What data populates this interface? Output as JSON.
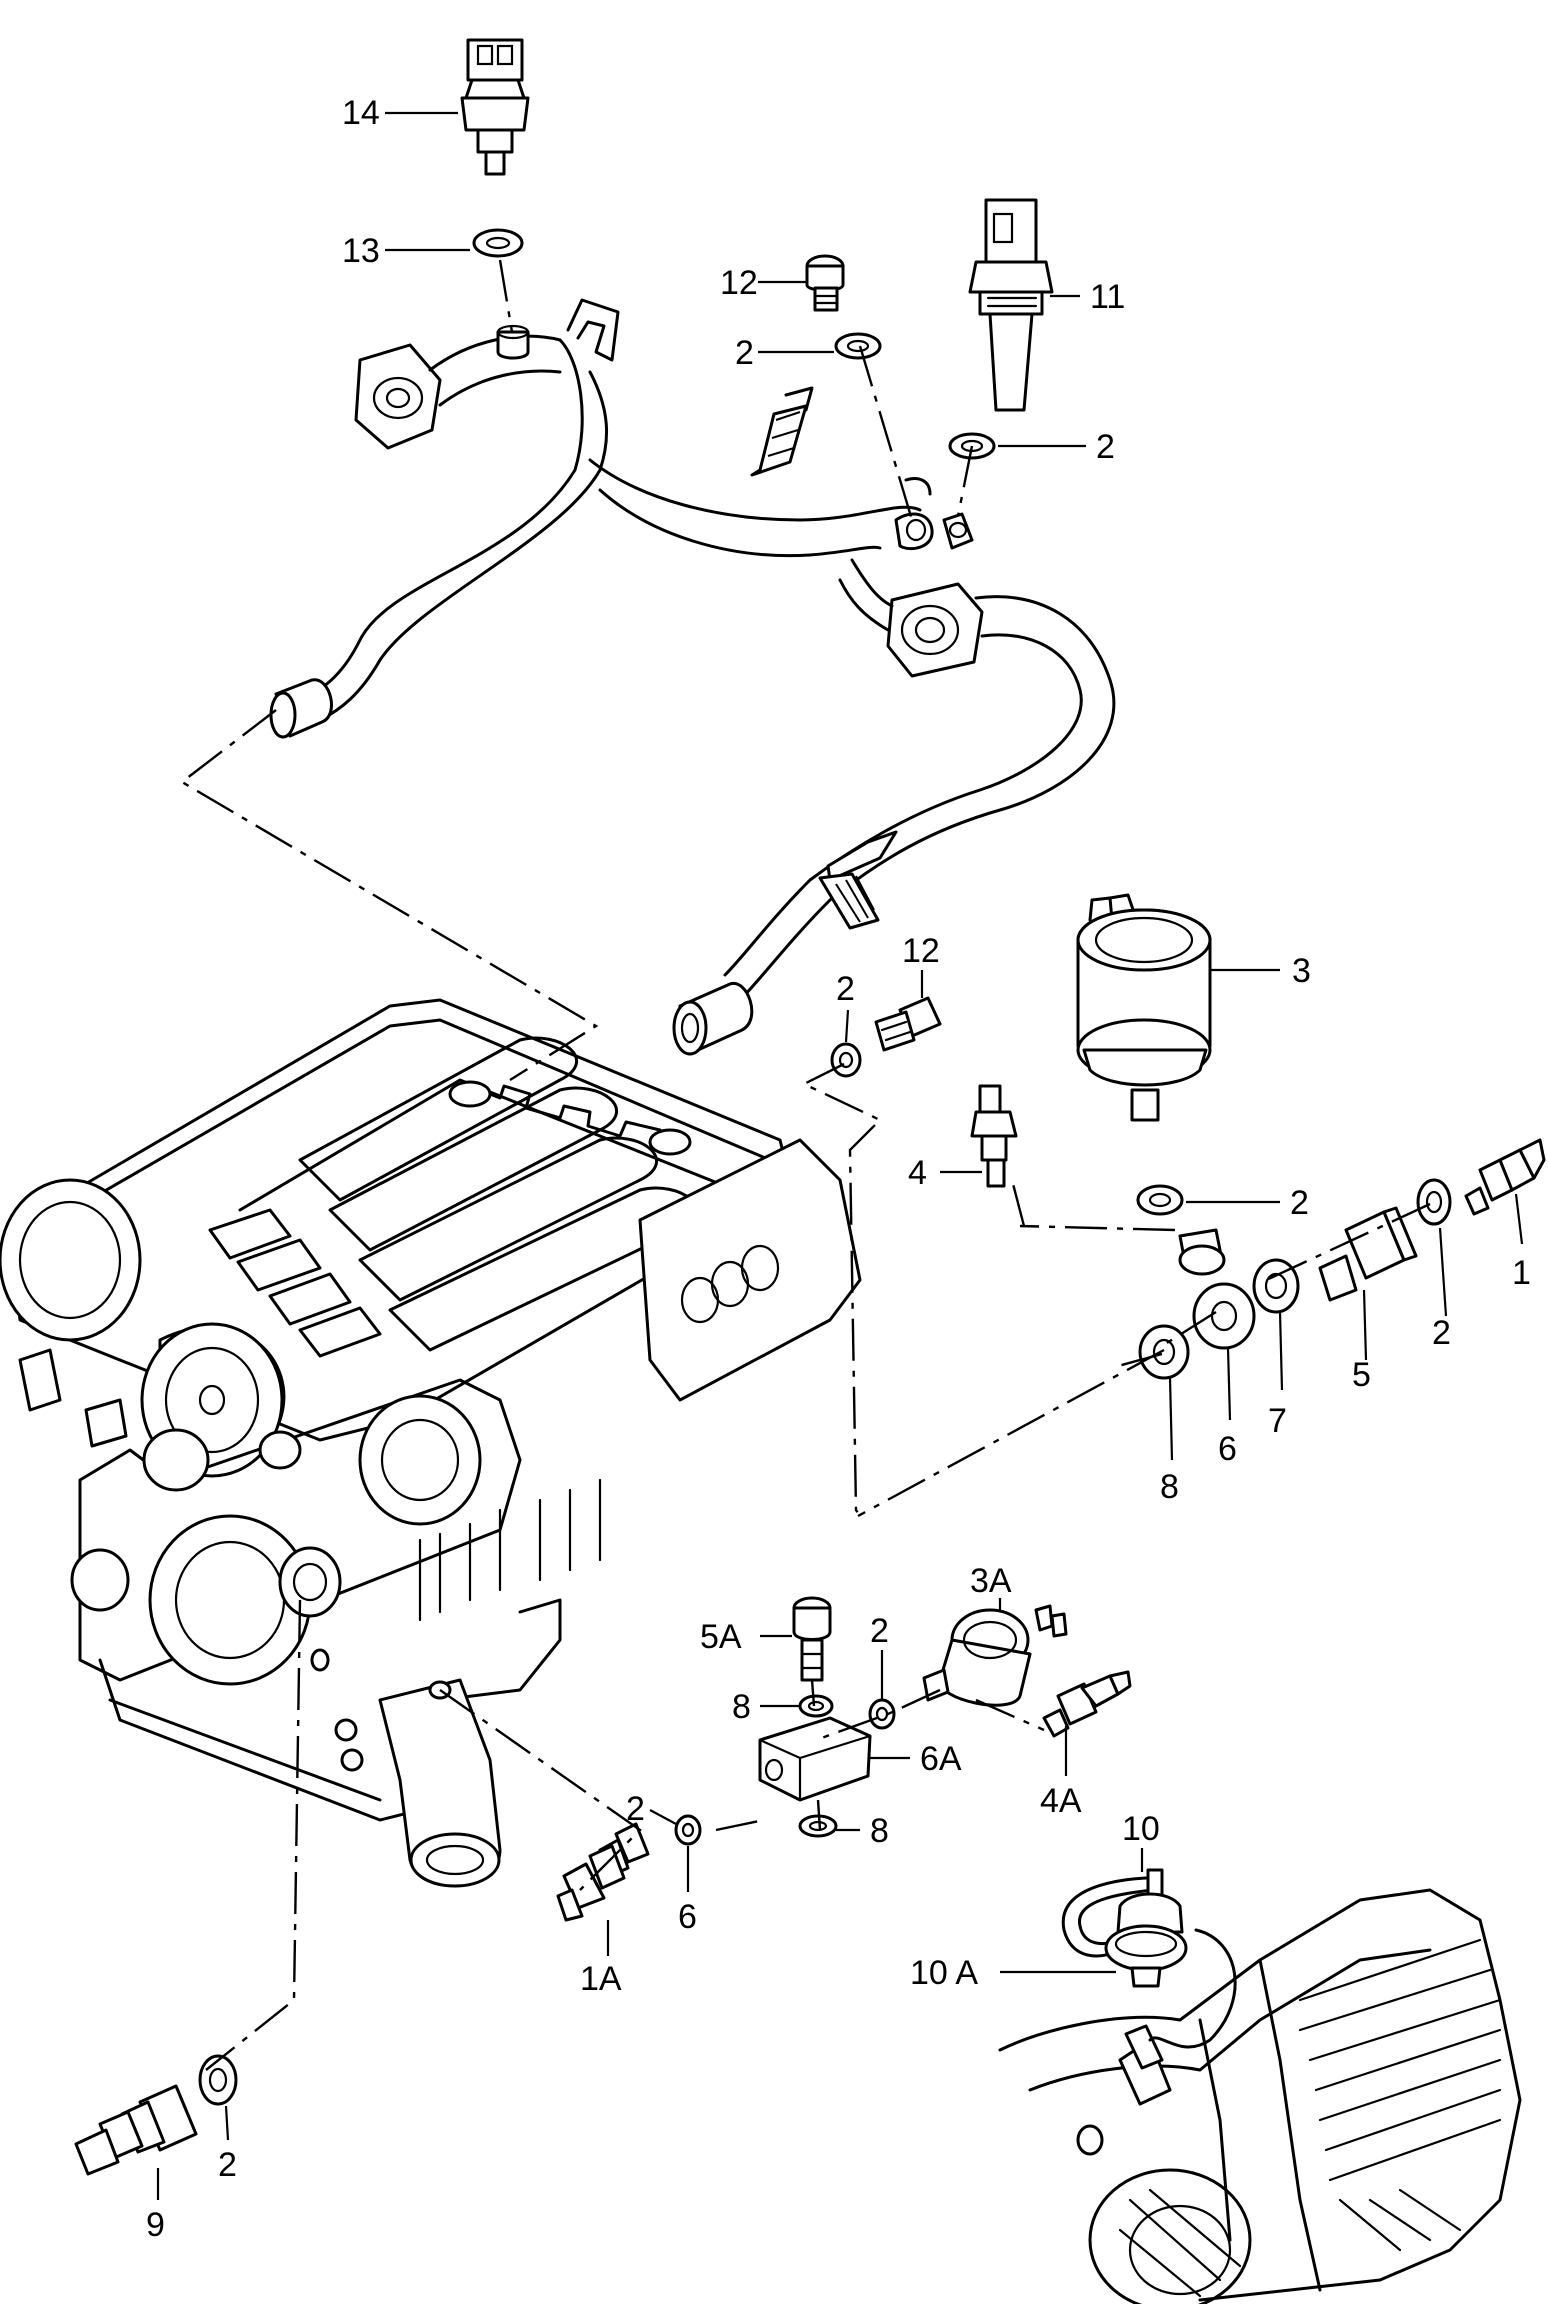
{
  "callouts": {
    "c14": "14",
    "c13": "13",
    "c12_top": "12",
    "c2_top_washer": "2",
    "c11": "11",
    "c2_sender": "2",
    "c2_small": "2",
    "c12_mid": "12",
    "c3": "3",
    "c4": "4",
    "c2_mid": "2",
    "c1": "1",
    "c2_right": "2",
    "c5": "5",
    "c7": "7",
    "c6": "6",
    "c8": "8",
    "c3A": "3A",
    "c5A": "5A",
    "c2_block": "2",
    "c8_top": "8",
    "c6A": "6A",
    "c4A": "4A",
    "c2_left_block": "2",
    "c8_bottom": "8",
    "c6_bottom": "6",
    "c1A": "1A",
    "c10": "10",
    "c10A": "10 A",
    "c9": "9",
    "c2_bottom": "2"
  }
}
